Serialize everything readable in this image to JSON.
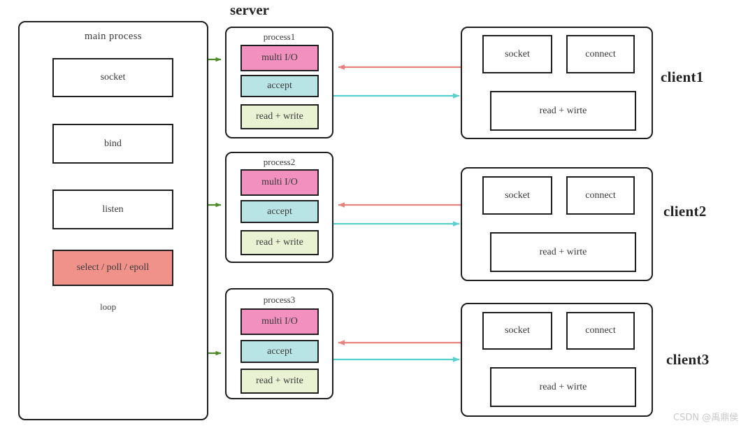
{
  "diagram": {
    "server_title": "server",
    "watermark": "CSDN @禹鼎侯"
  },
  "main_process": {
    "title": "main  process",
    "steps": [
      {
        "label": "socket"
      },
      {
        "label": "bind"
      },
      {
        "label": "listen"
      },
      {
        "label": "select / poll / epoll"
      }
    ],
    "loop_label": "loop"
  },
  "processes": [
    {
      "title": "process1",
      "stages": [
        {
          "label": "multi I/O",
          "color": "#f291bf"
        },
        {
          "label": "accept",
          "color": "#b9e4e6"
        },
        {
          "label": "read + write",
          "color": "#e9f2d3"
        }
      ]
    },
    {
      "title": "process2",
      "stages": [
        {
          "label": "multi I/O",
          "color": "#f291bf"
        },
        {
          "label": "accept",
          "color": "#b9e4e6"
        },
        {
          "label": "read + write",
          "color": "#e9f2d3"
        }
      ]
    },
    {
      "title": "process3",
      "stages": [
        {
          "label": "multi I/O",
          "color": "#f291bf"
        },
        {
          "label": "accept",
          "color": "#b9e4e6"
        },
        {
          "label": "read + write",
          "color": "#e9f2d3"
        }
      ]
    }
  ],
  "clients": [
    {
      "name": "client1",
      "socket": "socket",
      "connect": "connect",
      "readwrite": "read  + wirte"
    },
    {
      "name": "client2",
      "socket": "socket",
      "connect": "connect",
      "readwrite": "read  + wirte"
    },
    {
      "name": "client3",
      "socket": "socket",
      "connect": "connect",
      "readwrite": "read  + wirte"
    }
  ],
  "colors": {
    "accent_green": "#4e8b2a",
    "accent_red": "#e8827f",
    "accent_cyan": "#56d0cf",
    "select_box_fill": "#f0918a",
    "outline": "#1e1e1e"
  }
}
